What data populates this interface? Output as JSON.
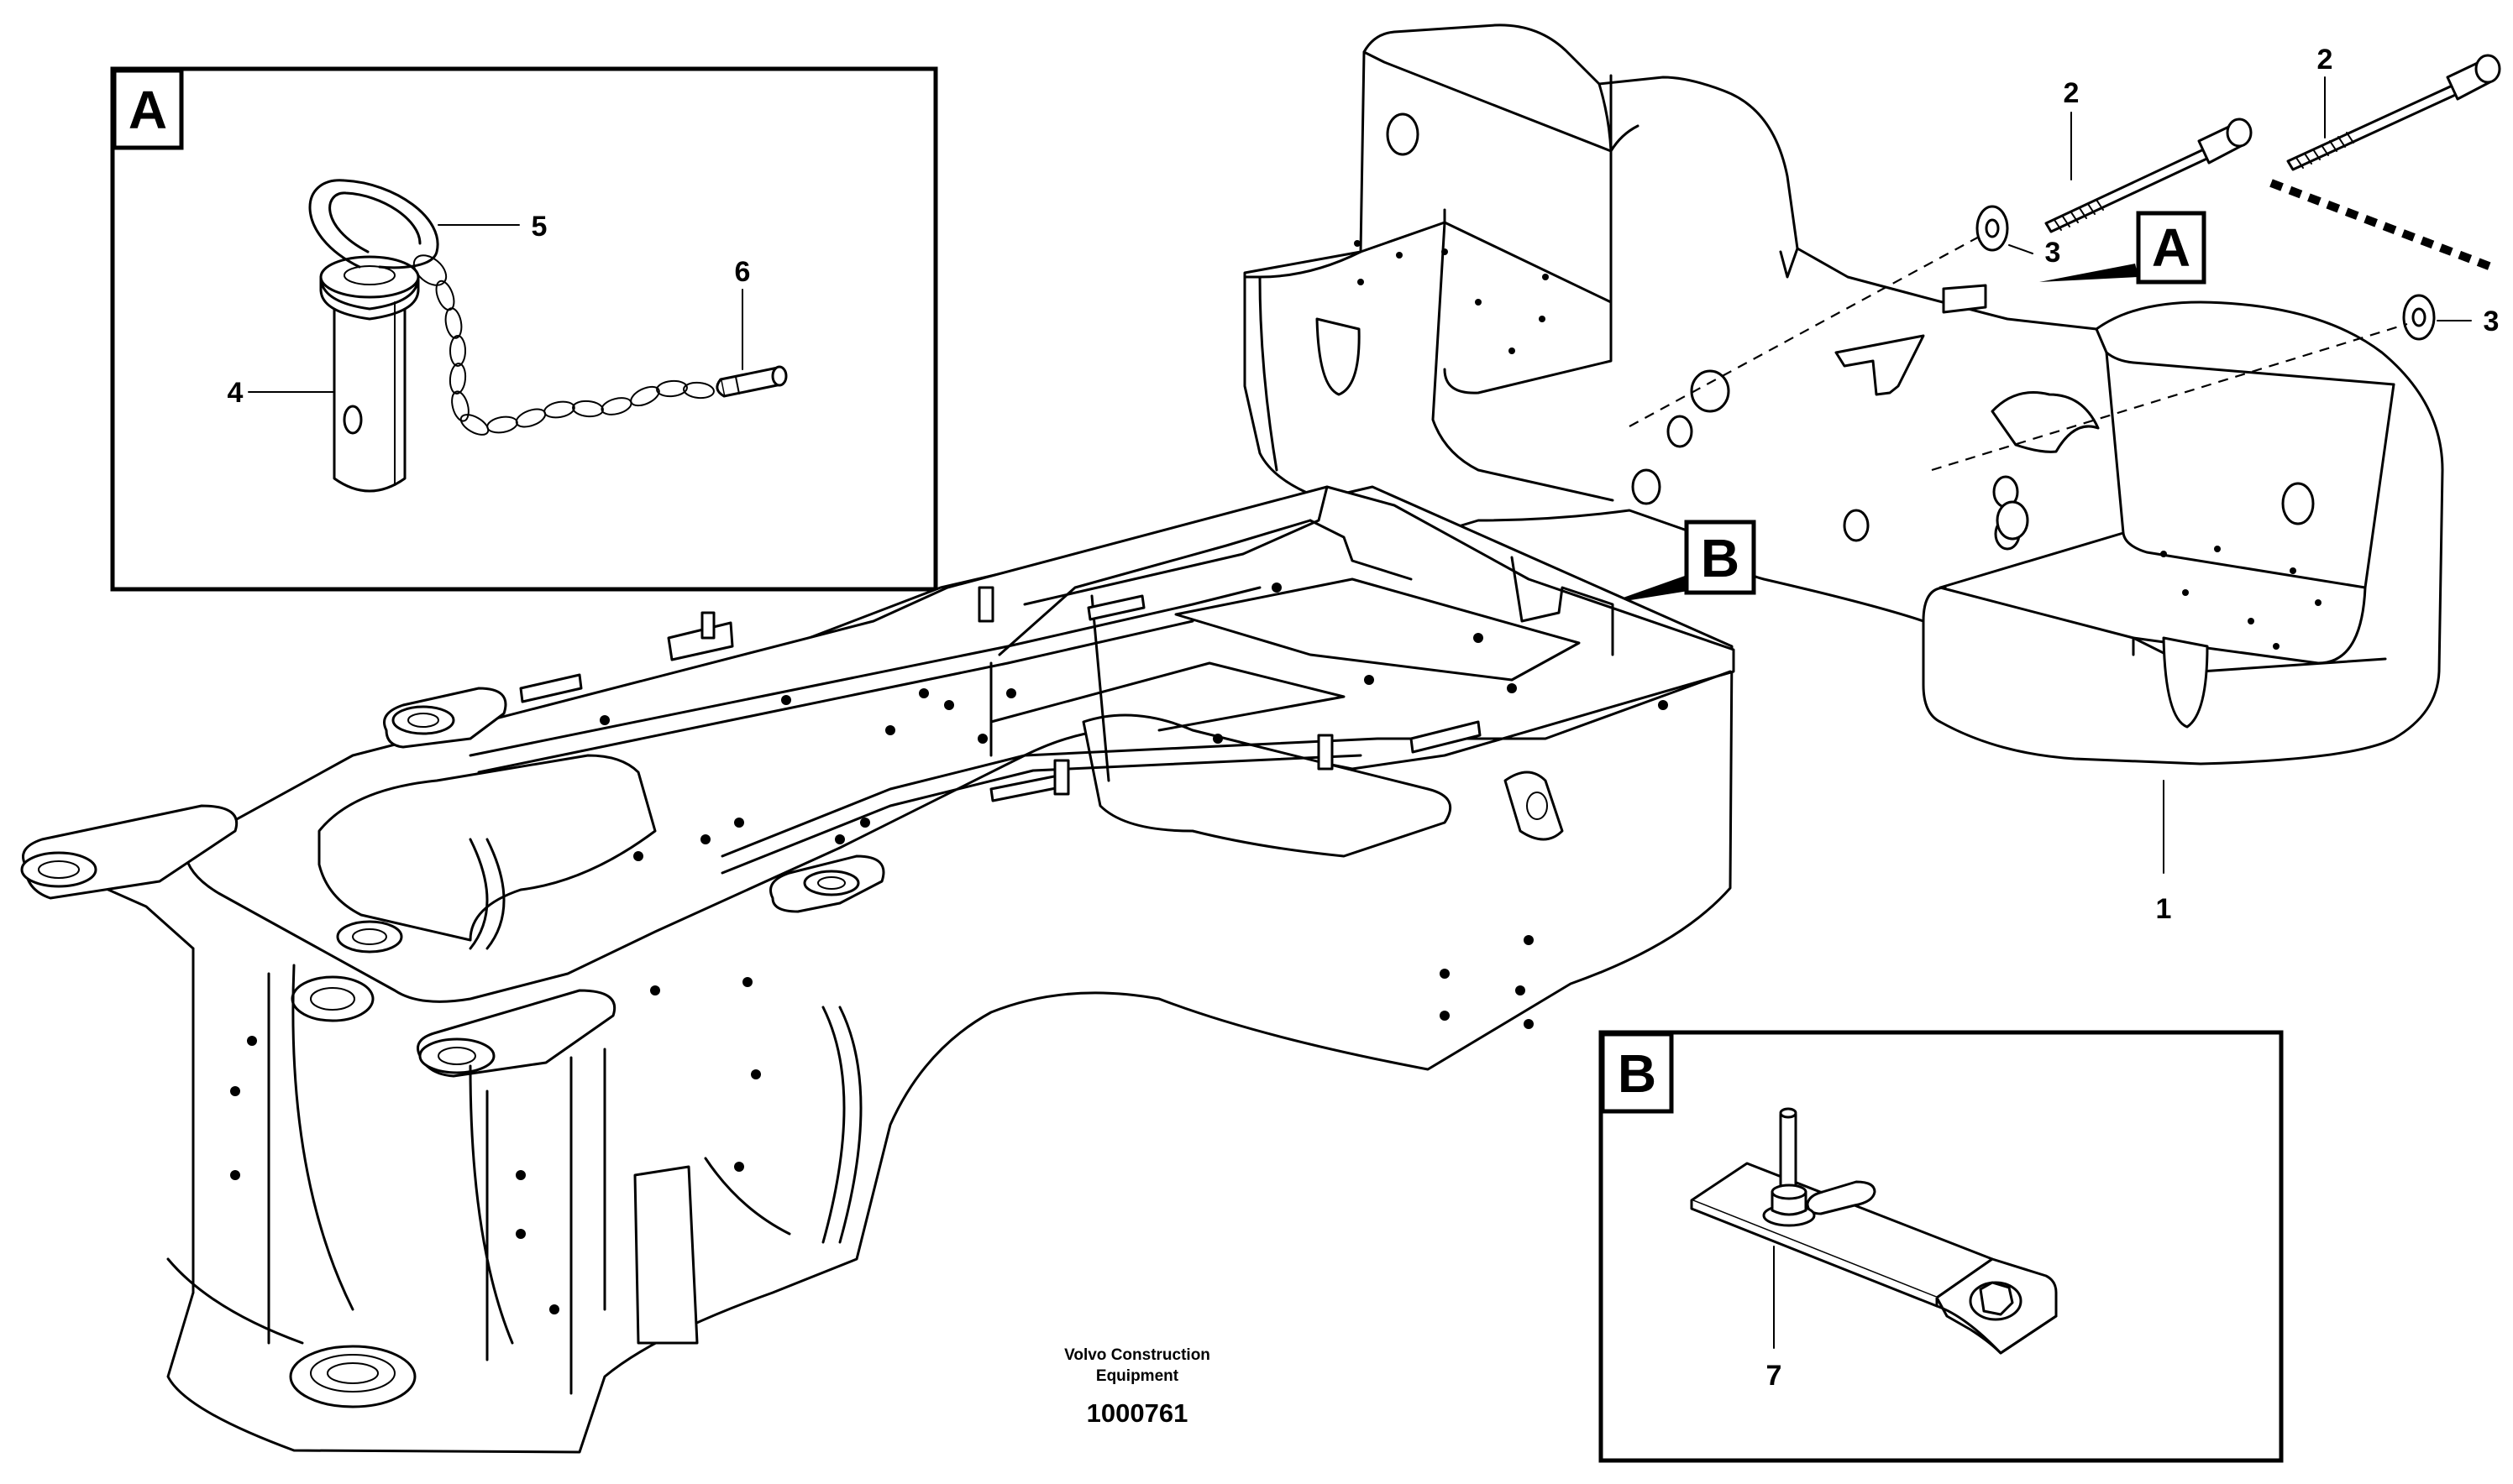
{
  "detail_a": {
    "letter": "A"
  },
  "detail_b": {
    "letter": "B"
  },
  "pointer_a": {
    "letter": "A"
  },
  "pointer_b": {
    "letter": "B"
  },
  "callouts": {
    "c1": "1",
    "c2a": "2",
    "c2b": "2",
    "c3a": "3",
    "c3b": "3",
    "c4": "4",
    "c5": "5",
    "c6": "6",
    "c7": "7"
  },
  "footer": {
    "publisher_line1": "Volvo Construction",
    "publisher_line2": "Equipment",
    "illustration_number": "1000761"
  }
}
